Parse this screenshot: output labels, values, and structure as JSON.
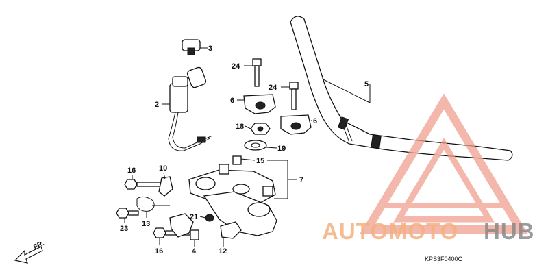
{
  "callouts": [
    {
      "id": "c3",
      "text": "3"
    },
    {
      "id": "c2",
      "text": "2"
    },
    {
      "id": "c24a",
      "text": "24"
    },
    {
      "id": "c6a",
      "text": "6"
    },
    {
      "id": "c24b",
      "text": "24"
    },
    {
      "id": "c6b",
      "text": "6"
    },
    {
      "id": "c5",
      "text": "5"
    },
    {
      "id": "c18",
      "text": "18"
    },
    {
      "id": "c19",
      "text": "19"
    },
    {
      "id": "c15",
      "text": "15"
    },
    {
      "id": "c7",
      "text": "7"
    },
    {
      "id": "c16a",
      "text": "16"
    },
    {
      "id": "c10",
      "text": "10"
    },
    {
      "id": "c23",
      "text": "23"
    },
    {
      "id": "c13",
      "text": "13"
    },
    {
      "id": "c21",
      "text": "21"
    },
    {
      "id": "c16b",
      "text": "16"
    },
    {
      "id": "c4",
      "text": "4"
    },
    {
      "id": "c12",
      "text": "12"
    }
  ],
  "direction": {
    "label": "FR."
  },
  "diagram_code": "KPS3F0400C",
  "watermark": {
    "brand_part1": "AUTOMOTO",
    "brand_part2": "HUB",
    "color_main": "#f0a090",
    "color_accent": "#f7c78a",
    "color_dark": "#8a8a8a"
  }
}
